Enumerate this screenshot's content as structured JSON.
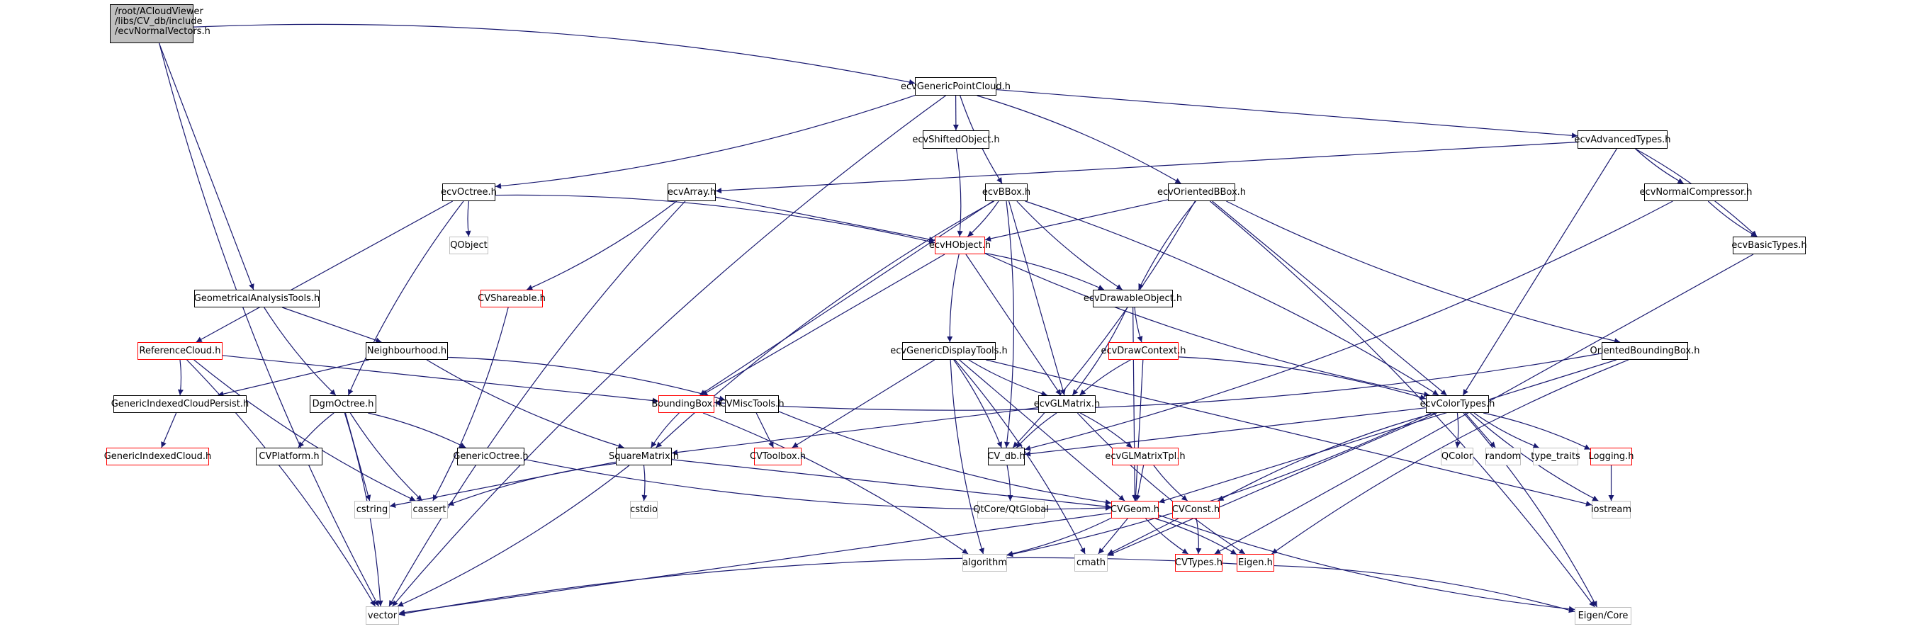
{
  "diagram": {
    "type": "include-dependency-graph",
    "root": "root",
    "colors": {
      "edge": "#191970",
      "node_border": "#000000",
      "node_border_missing_doc": "#ff0000",
      "node_border_external": "#bfbfbf",
      "root_fill": "#bfbfbf"
    },
    "nodes": [
      {
        "id": "root",
        "label": "/root/ACloudViewer\n/libs/CV_db/include\n/ecvNormalVectors.h",
        "kind": "root"
      },
      {
        "id": "gpc",
        "label": "ecvGenericPointCloud.h",
        "kind": "doc"
      },
      {
        "id": "shifted",
        "label": "ecvShiftedObject.h",
        "kind": "doc"
      },
      {
        "id": "bbox",
        "label": "ecvBBox.h",
        "kind": "doc"
      },
      {
        "id": "obbox",
        "label": "ecvOrientedBBox.h",
        "kind": "doc"
      },
      {
        "id": "hobj",
        "label": "ecvHObject.h",
        "kind": "red"
      },
      {
        "id": "advtypes",
        "label": "ecvAdvancedTypes.h",
        "kind": "doc"
      },
      {
        "id": "normcomp",
        "label": "ecvNormalCompressor.h",
        "kind": "doc"
      },
      {
        "id": "basictypes",
        "label": "ecvBasicTypes.h",
        "kind": "doc"
      },
      {
        "id": "octree",
        "label": "ecvOctree.h",
        "kind": "doc"
      },
      {
        "id": "array",
        "label": "ecvArray.h",
        "kind": "doc"
      },
      {
        "id": "qobject",
        "label": "QObject",
        "kind": "ext"
      },
      {
        "id": "shareable",
        "label": "CVShareable.h",
        "kind": "red"
      },
      {
        "id": "geomtools",
        "label": "GeometricalAnalysisTools.h",
        "kind": "doc"
      },
      {
        "id": "refcloud",
        "label": "ReferenceCloud.h",
        "kind": "red"
      },
      {
        "id": "neigh",
        "label": "Neighbourhood.h",
        "kind": "doc"
      },
      {
        "id": "gicp",
        "label": "GenericIndexedCloudPersist.h",
        "kind": "doc"
      },
      {
        "id": "dgmoctree",
        "label": "DgmOctree.h",
        "kind": "doc"
      },
      {
        "id": "gic",
        "label": "GenericIndexedCloud.h",
        "kind": "red"
      },
      {
        "id": "platform",
        "label": "CVPlatform.h",
        "kind": "doc"
      },
      {
        "id": "gdt",
        "label": "ecvGenericDisplayTools.h",
        "kind": "doc"
      },
      {
        "id": "drawable",
        "label": "ecvDrawableObject.h",
        "kind": "doc"
      },
      {
        "id": "drawctx",
        "label": "ecvDrawContext.h",
        "kind": "red"
      },
      {
        "id": "glmatrix",
        "label": "ecvGLMatrix.h",
        "kind": "doc"
      },
      {
        "id": "cvdb",
        "label": "CV_db.h",
        "kind": "doc"
      },
      {
        "id": "glmtpl",
        "label": "ecvGLMatrixTpl.h",
        "kind": "red"
      },
      {
        "id": "obb",
        "label": "OrientedBoundingBox.h",
        "kind": "doc"
      },
      {
        "id": "colortypes",
        "label": "ecvColorTypes.h",
        "kind": "doc"
      },
      {
        "id": "qcolor",
        "label": "QColor",
        "kind": "ext"
      },
      {
        "id": "random",
        "label": "random",
        "kind": "ext"
      },
      {
        "id": "typetraits",
        "label": "type_traits",
        "kind": "ext"
      },
      {
        "id": "logging",
        "label": "Logging.h",
        "kind": "red"
      },
      {
        "id": "iostream",
        "label": "iostream",
        "kind": "ext"
      },
      {
        "id": "boundingbox",
        "label": "BoundingBox.h",
        "kind": "red"
      },
      {
        "id": "misctools",
        "label": "CVMiscTools.h",
        "kind": "doc"
      },
      {
        "id": "sqmatrix",
        "label": "SquareMatrix.h",
        "kind": "doc"
      },
      {
        "id": "toolbox",
        "label": "CVToolbox.h",
        "kind": "red"
      },
      {
        "id": "cstdio",
        "label": "cstdio",
        "kind": "ext"
      },
      {
        "id": "qtglobal",
        "label": "QtCore/QtGlobal",
        "kind": "ext"
      },
      {
        "id": "genoctree",
        "label": "GenericOctree.h",
        "kind": "doc"
      },
      {
        "id": "cstring",
        "label": "cstring",
        "kind": "ext"
      },
      {
        "id": "cassert",
        "label": "cassert",
        "kind": "ext"
      },
      {
        "id": "vector",
        "label": "vector",
        "kind": "ext"
      },
      {
        "id": "cvgeom",
        "label": "CVGeom.h",
        "kind": "red"
      },
      {
        "id": "cvconst",
        "label": "CVConst.h",
        "kind": "red"
      },
      {
        "id": "algorithm",
        "label": "algorithm",
        "kind": "ext"
      },
      {
        "id": "cmath",
        "label": "cmath",
        "kind": "ext"
      },
      {
        "id": "cvtypes",
        "label": "CVTypes.h",
        "kind": "red"
      },
      {
        "id": "eigenh",
        "label": "Eigen.h",
        "kind": "red"
      },
      {
        "id": "eigencore",
        "label": "Eigen/Core",
        "kind": "ext"
      }
    ],
    "edges": [
      [
        "root",
        "gpc"
      ],
      [
        "root",
        "geomtools"
      ],
      [
        "root",
        "vector"
      ],
      [
        "gpc",
        "octree"
      ],
      [
        "gpc",
        "shifted"
      ],
      [
        "gpc",
        "bbox"
      ],
      [
        "gpc",
        "obbox"
      ],
      [
        "gpc",
        "advtypes"
      ],
      [
        "gpc",
        "vector"
      ],
      [
        "shifted",
        "hobj"
      ],
      [
        "advtypes",
        "array"
      ],
      [
        "advtypes",
        "normcomp"
      ],
      [
        "advtypes",
        "basictypes"
      ],
      [
        "advtypes",
        "colortypes"
      ],
      [
        "normcomp",
        "basictypes"
      ],
      [
        "normcomp",
        "cvdb"
      ],
      [
        "basictypes",
        "cvtypes"
      ],
      [
        "octree",
        "qobject"
      ],
      [
        "octree",
        "hobj"
      ],
      [
        "octree",
        "refcloud"
      ],
      [
        "octree",
        "dgmoctree"
      ],
      [
        "array",
        "shareable"
      ],
      [
        "array",
        "hobj"
      ],
      [
        "array",
        "vector"
      ],
      [
        "bbox",
        "hobj"
      ],
      [
        "bbox",
        "boundingbox"
      ],
      [
        "bbox",
        "sqmatrix"
      ],
      [
        "bbox",
        "cvdb"
      ],
      [
        "bbox",
        "glmatrix"
      ],
      [
        "bbox",
        "drawable"
      ],
      [
        "bbox",
        "colortypes"
      ],
      [
        "obbox",
        "hobj"
      ],
      [
        "obbox",
        "drawable"
      ],
      [
        "obbox",
        "cvdb"
      ],
      [
        "obbox",
        "colortypes"
      ],
      [
        "obbox",
        "obb"
      ],
      [
        "obbox",
        "eigencore"
      ],
      [
        "hobj",
        "boundingbox"
      ],
      [
        "hobj",
        "gdt"
      ],
      [
        "hobj",
        "drawable"
      ],
      [
        "hobj",
        "glmatrix"
      ],
      [
        "hobj",
        "colortypes"
      ],
      [
        "shareable",
        "cassert"
      ],
      [
        "geomtools",
        "neigh"
      ],
      [
        "geomtools",
        "dgmoctree"
      ],
      [
        "refcloud",
        "gicp"
      ],
      [
        "refcloud",
        "boundingbox"
      ],
      [
        "refcloud",
        "cassert"
      ],
      [
        "refcloud",
        "vector"
      ],
      [
        "neigh",
        "gicp"
      ],
      [
        "neigh",
        "sqmatrix"
      ],
      [
        "neigh",
        "misctools"
      ],
      [
        "gicp",
        "gic"
      ],
      [
        "dgmoctree",
        "platform"
      ],
      [
        "dgmoctree",
        "genoctree"
      ],
      [
        "dgmoctree",
        "cstring"
      ],
      [
        "dgmoctree",
        "cassert"
      ],
      [
        "dgmoctree",
        "vector"
      ],
      [
        "gdt",
        "toolbox"
      ],
      [
        "gdt",
        "glmatrix"
      ],
      [
        "gdt",
        "cvdb"
      ],
      [
        "gdt",
        "cvgeom"
      ],
      [
        "gdt",
        "algorithm"
      ],
      [
        "gdt",
        "cmath"
      ],
      [
        "gdt",
        "iostream"
      ],
      [
        "drawable",
        "drawctx"
      ],
      [
        "drawable",
        "glmatrix"
      ],
      [
        "drawable",
        "cvgeom"
      ],
      [
        "drawctx",
        "glmatrix"
      ],
      [
        "drawctx",
        "colortypes"
      ],
      [
        "drawctx",
        "cvgeom"
      ],
      [
        "glmatrix",
        "cvdb"
      ],
      [
        "glmatrix",
        "glmtpl"
      ],
      [
        "glmatrix",
        "sqmatrix"
      ],
      [
        "glmatrix",
        "eigenh"
      ],
      [
        "cvdb",
        "qtglobal"
      ],
      [
        "glmtpl",
        "cvgeom"
      ],
      [
        "glmtpl",
        "cvconst"
      ],
      [
        "obb",
        "boundingbox"
      ],
      [
        "obb",
        "cvgeom"
      ],
      [
        "obb",
        "eigenh"
      ],
      [
        "colortypes",
        "qcolor"
      ],
      [
        "colortypes",
        "random"
      ],
      [
        "colortypes",
        "typetraits"
      ],
      [
        "colortypes",
        "logging"
      ],
      [
        "colortypes",
        "cvdb"
      ],
      [
        "colortypes",
        "cvconst"
      ],
      [
        "colortypes",
        "algorithm"
      ],
      [
        "colortypes",
        "cmath"
      ],
      [
        "colortypes",
        "iostream"
      ],
      [
        "colortypes",
        "eigencore"
      ],
      [
        "logging",
        "iostream"
      ],
      [
        "boundingbox",
        "sqmatrix"
      ],
      [
        "boundingbox",
        "algorithm"
      ],
      [
        "misctools",
        "toolbox"
      ],
      [
        "misctools",
        "cvgeom"
      ],
      [
        "sqmatrix",
        "cstdio"
      ],
      [
        "sqmatrix",
        "cstring"
      ],
      [
        "sqmatrix",
        "cassert"
      ],
      [
        "sqmatrix",
        "vector"
      ],
      [
        "sqmatrix",
        "cvgeom"
      ],
      [
        "genoctree",
        "cvgeom"
      ],
      [
        "cvgeom",
        "algorithm"
      ],
      [
        "cvgeom",
        "cmath"
      ],
      [
        "cvgeom",
        "cvtypes"
      ],
      [
        "cvgeom",
        "eigenh"
      ],
      [
        "cvgeom",
        "vector"
      ],
      [
        "cvgeom",
        "eigencore"
      ],
      [
        "cvconst",
        "cvtypes"
      ],
      [
        "cvconst",
        "cmath"
      ],
      [
        "eigenh",
        "vector"
      ],
      [
        "eigenh",
        "eigencore"
      ]
    ]
  }
}
